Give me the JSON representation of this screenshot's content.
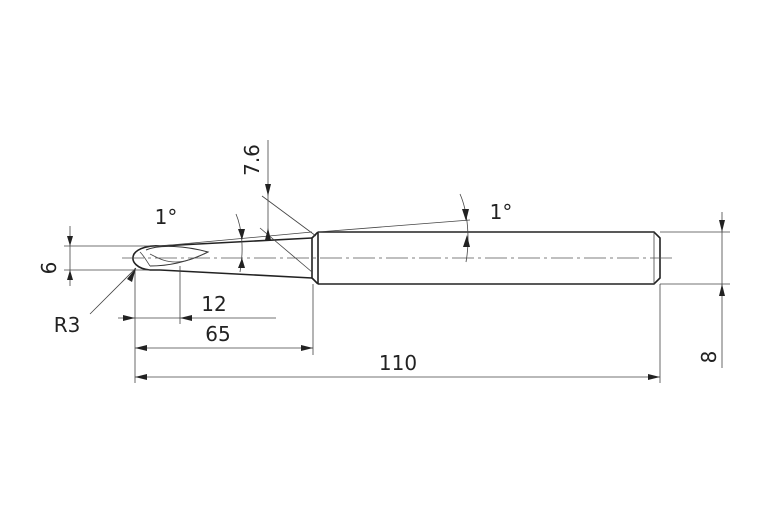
{
  "drawing": {
    "dimensions": {
      "shank_diameter": "8",
      "overall_length": "110",
      "length_65": "65",
      "flute_length": "12",
      "ball_radius": "R3",
      "neck_diameter": "6",
      "neck_taper_length": "7.6",
      "taper_angle_left": "1°",
      "taper_angle_right": "1°"
    }
  }
}
